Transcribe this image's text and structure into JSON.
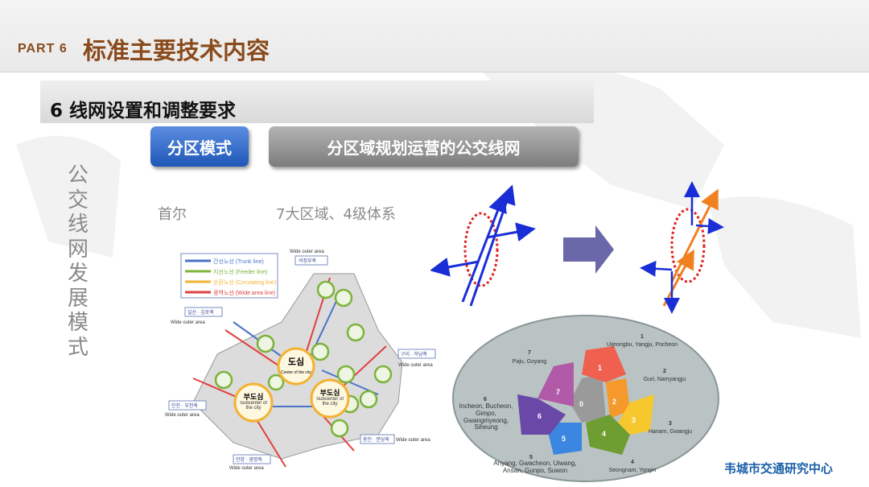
{
  "header": {
    "part": "PART 6",
    "title": "标准主要技术内容"
  },
  "section": {
    "title": "6 线网设置和调整要求"
  },
  "buttons": {
    "mode": "分区模式",
    "description": "分区域规划运营的公交线网"
  },
  "vertical_title": "公交线网发展模式",
  "labels": {
    "city": "首尔",
    "system": "7大区域、4级体系"
  },
  "seoul_map": {
    "legend": [
      "간선노선 (Trunk line)",
      "지선노선 (Feeder line)",
      "순환노선 (Circulating line)",
      "광역노선 (Wide area line)"
    ],
    "legend_colors": [
      "#4a73c9",
      "#7bb33a",
      "#f2b233",
      "#e04040"
    ],
    "center": {
      "ko": "도심",
      "en": "Center of the city"
    },
    "subcenter": {
      "ko": "부도심",
      "en": "Subcenter of the city"
    },
    "outer_label": "Wide outer area",
    "outer_areas": [
      "의정부축",
      "일산 · 김포축",
      "구리 · 하남축",
      "인천 · 부천축",
      "용인 · 분당축",
      "안양 · 광명축"
    ]
  },
  "zone_map": {
    "zones": [
      {
        "num": "1",
        "cities": "Uijeongbu, Yangju, Pocheon",
        "color": "#f0604f"
      },
      {
        "num": "2",
        "cities": "Guri, Namyangju",
        "color": "#f59a2a"
      },
      {
        "num": "3",
        "cities": "Hanam, Gwangju",
        "color": "#f7c82e"
      },
      {
        "num": "4",
        "cities": "Seongnam, Yongin",
        "color": "#6e9e32"
      },
      {
        "num": "5",
        "cities": "Anyang, Gwacheon, Uiwang, Ansan, Gunpo, Suwon",
        "color": "#3a86e0"
      },
      {
        "num": "6",
        "cities": "Incheon, Bucheon, Gimpo, Gwangmyeong, Siheung",
        "color": "#6a48a8"
      },
      {
        "num": "7",
        "cities": "Paju, Goyang",
        "color": "#b05aa8"
      }
    ],
    "center": "0"
  },
  "watermark": "韦城市交通研究中心"
}
